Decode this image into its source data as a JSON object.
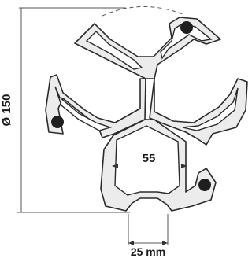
{
  "diagram": {
    "dimension_diameter": "Ø 150",
    "dimension_center": "55",
    "dimension_bottom": "25 mm"
  },
  "colors": {
    "line": "#2a2a2a",
    "profile_fill": "#e6e6e6",
    "hole": "#1f1f1f",
    "background": "#ffffff"
  }
}
